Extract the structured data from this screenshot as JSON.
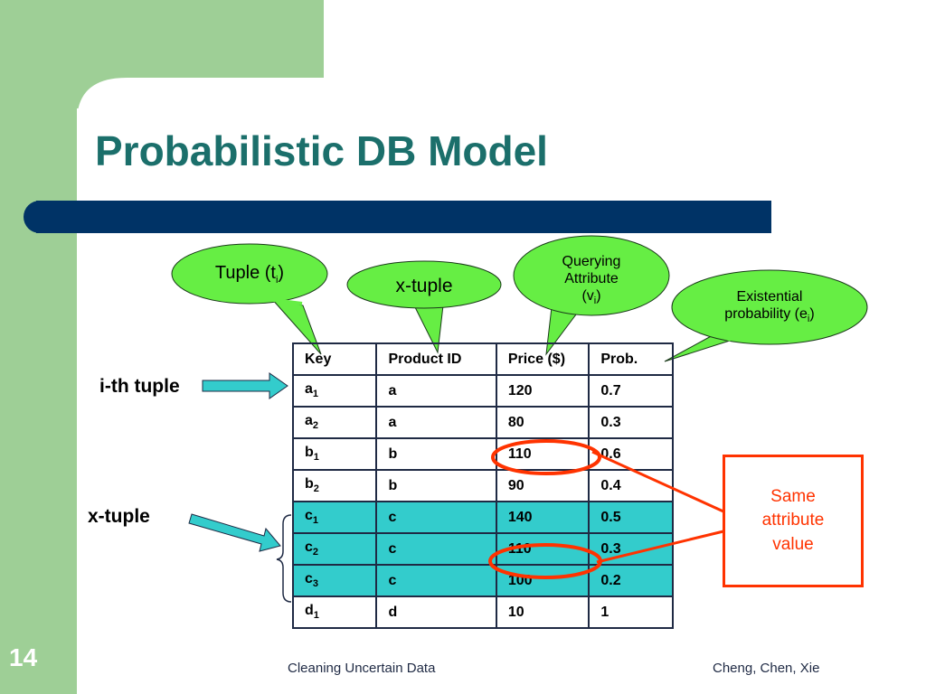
{
  "slide": {
    "title": "Probabilistic DB Model",
    "slide_number": "14",
    "footer_left": "Cleaning Uncertain Data",
    "footer_right": "Cheng, Chen, Xie"
  },
  "callouts": {
    "tuple": {
      "text": "Tuple (t",
      "sub": "i",
      "close": ")"
    },
    "xtuple": {
      "text": "x-tuple"
    },
    "querying": {
      "line1": "Querying",
      "line2": "Attribute",
      "line3": "(v",
      "sub": "i",
      "close": ")"
    },
    "existential": {
      "line1": "Existential",
      "line2": "probability (e",
      "sub": "i",
      "close": ")"
    }
  },
  "side_labels": {
    "ith_tuple": "i-th tuple",
    "xtuple": "x-tuple"
  },
  "same_value_box": {
    "line1": "Same",
    "line2": "attribute",
    "line3": "value"
  },
  "table": {
    "headers": [
      "Key",
      "Product ID",
      "Price ($)",
      "Prob."
    ],
    "rows": [
      {
        "key": "a",
        "key_sub": "1",
        "pid": "a",
        "price": "120",
        "prob": "0.7",
        "highlight": false
      },
      {
        "key": "a",
        "key_sub": "2",
        "pid": "a",
        "price": "80",
        "prob": "0.3",
        "highlight": false
      },
      {
        "key": "b",
        "key_sub": "1",
        "pid": "b",
        "price": "110",
        "prob": "0.6",
        "highlight": false
      },
      {
        "key": "b",
        "key_sub": "2",
        "pid": "b",
        "price": "90",
        "prob": "0.4",
        "highlight": false
      },
      {
        "key": "c",
        "key_sub": "1",
        "pid": "c",
        "price": "140",
        "prob": "0.5",
        "highlight": true
      },
      {
        "key": "c",
        "key_sub": "2",
        "pid": "c",
        "price": "110",
        "prob": "0.3",
        "highlight": true
      },
      {
        "key": "c",
        "key_sub": "3",
        "pid": "c",
        "price": "100",
        "prob": "0.2",
        "highlight": true
      },
      {
        "key": "d",
        "key_sub": "1",
        "pid": "d",
        "price": "10",
        "prob": "1",
        "highlight": false
      }
    ]
  },
  "colors": {
    "green_panel": "#9ecf96",
    "navy_bar": "#003366",
    "title": "#1b6f6b",
    "bubble_fill": "#66ee44",
    "highlight_row": "#33cccc",
    "accent_red": "#ff3300",
    "arrow": "#33cccc"
  }
}
